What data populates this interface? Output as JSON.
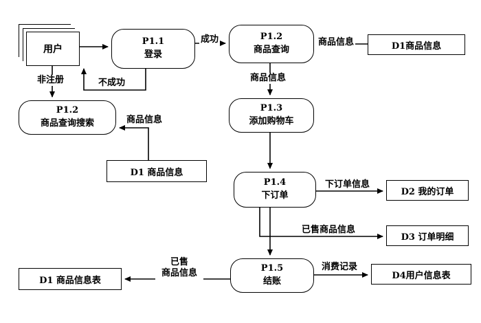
{
  "nodes": {
    "user": {
      "label": "用户"
    },
    "p1_1": {
      "id": "P1.1",
      "name": "登录"
    },
    "p1_2_query": {
      "id": "P1.2",
      "name": "商品查询"
    },
    "p1_2_search": {
      "id": "P1.2",
      "name": "商品查询搜索"
    },
    "p1_3": {
      "id": "P1.3",
      "name": "添加购物车"
    },
    "p1_4": {
      "id": "P1.4",
      "name": "下订单"
    },
    "p1_5": {
      "id": "P1.5",
      "name": "结账"
    },
    "d1_top": {
      "label": "D1商品信息"
    },
    "d1_mid": {
      "label": "D1 商品信息"
    },
    "d2": {
      "label": "D2 我的订单"
    },
    "d3": {
      "label": "D3 订单明细"
    },
    "d4": {
      "label": "D4用户信息表"
    },
    "d1_bottom": {
      "label": "D1 商品信息表"
    }
  },
  "edge_labels": {
    "success": "成功",
    "fail": "不成功",
    "unregistered": "非注册",
    "product_info_to_query": "商品信息",
    "product_info_to_search": "商品信息",
    "product_info_to_cart": "商品信息",
    "place_order_info": "下订单信息",
    "sold_product_info": "已售商品信息",
    "consume_record": "消费记录",
    "sold_label_line1": "已售",
    "sold_label_line2": "商品信息"
  }
}
